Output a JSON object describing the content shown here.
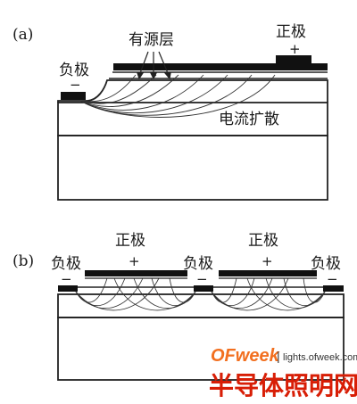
{
  "panel_a": {
    "tag": "(a)",
    "active_layer_label": "有源层",
    "positive_label": "正极",
    "positive_sign": "+",
    "negative_label": "负极",
    "negative_sign": "−",
    "spreading_label": "电流扩散"
  },
  "panel_b": {
    "tag": "(b)",
    "negative_label": "负极",
    "negative_sign": "−",
    "positive_label": "正极",
    "positive_sign": "+"
  },
  "watermark": {
    "brand_of": "OF",
    "brand_week": "week",
    "separator": "|",
    "url": "lights.ofweek.com",
    "cn_title": "半导体照明网",
    "colors": {
      "brand_orange": "#f26f1f",
      "cn_red": "#d81e06"
    }
  }
}
